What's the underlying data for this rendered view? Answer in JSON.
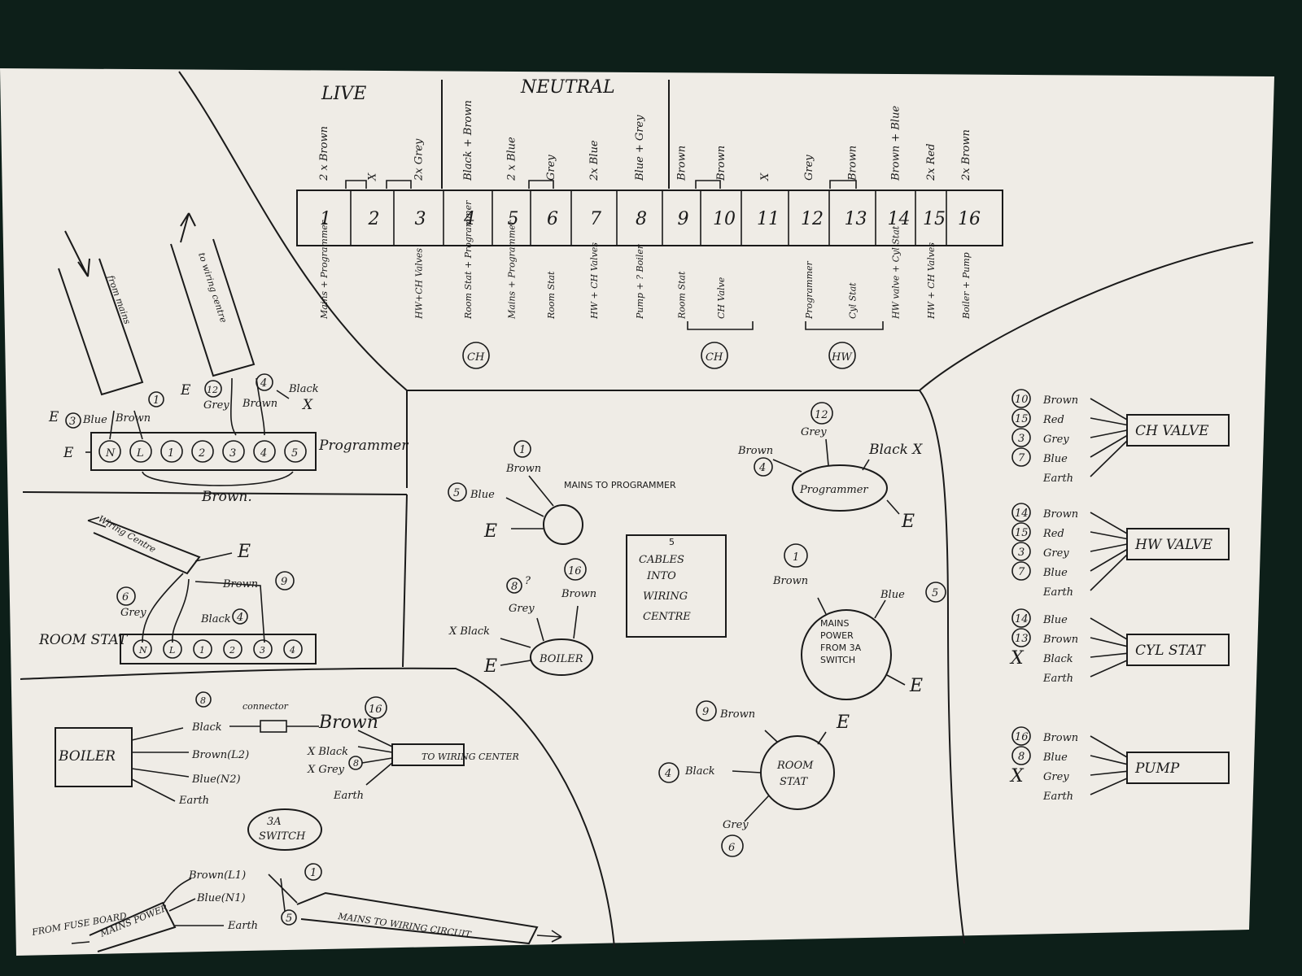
{
  "header": {
    "live": "LIVE",
    "neutral": "NEUTRAL"
  },
  "terminals": [
    {
      "n": "1",
      "top": "2 x Brown",
      "bottom": "Mains + Programmer"
    },
    {
      "n": "2",
      "top": "X",
      "bottom": ""
    },
    {
      "n": "3",
      "top": "2x Grey",
      "bottom": "HW+CH Valves"
    },
    {
      "n": "4",
      "top": "Black + Brown",
      "bottom": "Room Stat + Programmer"
    },
    {
      "n": "5",
      "top": "2 x Blue",
      "bottom": "Mains + Programmer"
    },
    {
      "n": "6",
      "top": "Grey",
      "bottom": "Room Stat"
    },
    {
      "n": "7",
      "top": "2x Blue",
      "bottom": "HW + CH Valves"
    },
    {
      "n": "8",
      "top": "Blue + Grey",
      "bottom": "Pump + ? Boiler"
    },
    {
      "n": "9",
      "top": "Brown",
      "bottom": "Room Stat"
    },
    {
      "n": "10",
      "top": "Brown",
      "bottom": "CH Valve"
    },
    {
      "n": "11",
      "top": "X",
      "bottom": ""
    },
    {
      "n": "12",
      "top": "Grey",
      "bottom": "Programmer"
    },
    {
      "n": "13",
      "top": "Brown",
      "bottom": "Cyl Stat"
    },
    {
      "n": "14",
      "top": "Brown + Blue",
      "bottom": "HW valve + Cyl Stat"
    },
    {
      "n": "15",
      "top": "2x Red",
      "bottom": "HW + CH Valves"
    },
    {
      "n": "16",
      "top": "2x Brown",
      "bottom": "Boiler + Pump"
    }
  ],
  "groups": {
    "ch1": "CH",
    "ch2": "CH",
    "hw": "HW"
  },
  "programmer": {
    "label": "Programmer",
    "terminals": [
      "N",
      "L",
      "1",
      "2",
      "3",
      "4",
      "5"
    ],
    "cable1": "from mains",
    "cable2": "to wiring centre",
    "wires": {
      "e": "E",
      "blue": "Blue",
      "brown": "Brown",
      "grey": "Grey",
      "brown2": "Brown",
      "black": "Black",
      "x": "X",
      "c3": "3",
      "c1": "1",
      "c12": "12",
      "c4": "4",
      "loop": "Brown."
    }
  },
  "room_stat": {
    "label": "ROOM STAT",
    "terminals": [
      "N",
      "L",
      "1",
      "2",
      "3",
      "4"
    ],
    "cable": "Wiring Centre",
    "wires": {
      "e": "E",
      "brown": "Brown",
      "c9": "9",
      "grey": "Grey",
      "c6": "6",
      "black": "Black",
      "c4": "4"
    }
  },
  "boiler_panel": {
    "label": "BOILER",
    "connector": "connector",
    "to": "TO WIRING CENTER",
    "wires": {
      "black": "Black",
      "brown_l2": "Brown(L2)",
      "blue_n2": "Blue(N2)",
      "earth": "Earth",
      "brown": "Brown",
      "c16": "16",
      "c8": "8",
      "xblack": "X Black",
      "xgrey": "X Grey",
      "earth2": "Earth",
      "c8b": "8"
    }
  },
  "switch": {
    "label": "3A SWITCH",
    "brown_l1": "Brown(L1)",
    "blue_n1": "Blue(N1)",
    "earth": "Earth",
    "c1": "1",
    "c5": "5",
    "from": "FROM FUSE BOARD",
    "mains_power": "MAINS POWER",
    "to": "MAINS TO WIRING CIRCUIT"
  },
  "centre": {
    "mains": {
      "label": "MAINS TO PROGRAMMER",
      "c1": "1",
      "brown": "Brown",
      "c5": "5",
      "blue": "Blue",
      "e": "E"
    },
    "boiler": {
      "label": "BOILER",
      "c8": "8",
      "q": "?",
      "grey": "Grey",
      "c16": "16",
      "brown": "Brown",
      "xblack": "X Black",
      "e": "E"
    },
    "note": "5 CABLES INTO WIRING CENTRE",
    "prog": {
      "label": "Programmer",
      "c12": "12",
      "grey": "Grey",
      "brown": "Brown",
      "c4": "4",
      "black": "Black X",
      "e": "E"
    },
    "mainspower": {
      "label": "MAINS POWER FROM 3A SWITCH",
      "c1": "1",
      "brown": "Brown",
      "blue": "Blue",
      "c5": "5",
      "e": "E"
    },
    "roomstat": {
      "label": "ROOM STAT",
      "c9": "9",
      "brown": "Brown",
      "e": "E",
      "c4": "4",
      "black": "Black",
      "grey": "Grey",
      "c6": "6"
    }
  },
  "devices": [
    {
      "label": "CH VALVE",
      "wires": [
        {
          "n": "10",
          "c": "Brown"
        },
        {
          "n": "15",
          "c": "Red"
        },
        {
          "n": "3",
          "c": "Grey"
        },
        {
          "n": "7",
          "c": "Blue"
        },
        {
          "n": "",
          "c": "Earth"
        }
      ]
    },
    {
      "label": "HW VALVE",
      "wires": [
        {
          "n": "14",
          "c": "Brown"
        },
        {
          "n": "15",
          "c": "Red"
        },
        {
          "n": "3",
          "c": "Grey"
        },
        {
          "n": "7",
          "c": "Blue"
        },
        {
          "n": "",
          "c": "Earth"
        }
      ]
    },
    {
      "label": "CYL STAT",
      "wires": [
        {
          "n": "14",
          "c": "Blue"
        },
        {
          "n": "13",
          "c": "Brown"
        },
        {
          "n": "X",
          "c": "Black"
        },
        {
          "n": "",
          "c": "Earth"
        }
      ]
    },
    {
      "label": "PUMP",
      "wires": [
        {
          "n": "16",
          "c": "Brown"
        },
        {
          "n": "8",
          "c": "Blue"
        },
        {
          "n": "X",
          "c": "Grey"
        },
        {
          "n": "",
          "c": "Earth"
        }
      ]
    }
  ]
}
